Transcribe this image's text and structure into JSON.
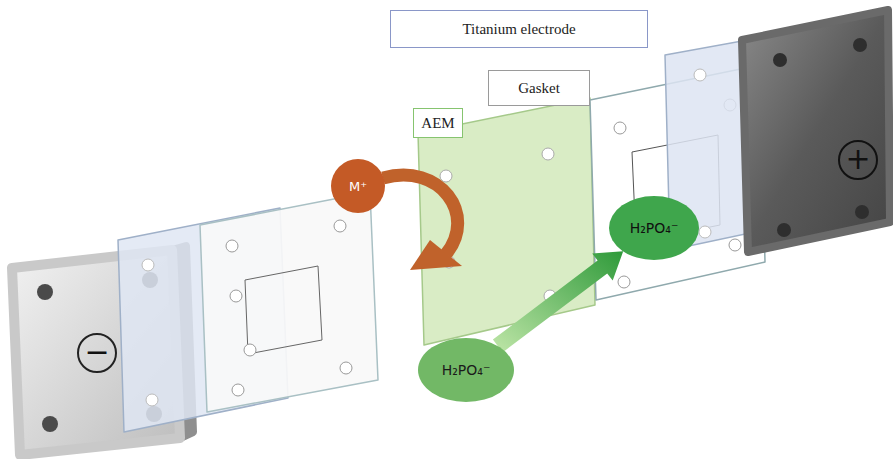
{
  "diagram": {
    "nodes": [
      {
        "text": [
          "Titanium electrode"
        ]
      },
      {
        "text": [
          "Gasket"
        ]
      },
      {
        "text": [
          "AEM"
        ]
      },
      {
        "text": [
          "M⁺"
        ]
      },
      {
        "text": [
          "H₂PO₄⁻"
        ]
      },
      {
        "text": [
          "H₂PO₄⁻"
        ]
      }
    ],
    "edges": [
      {
        "from": 4,
        "to": 5,
        "arrow": "to"
      }
    ],
    "labels": [
      "−",
      "+"
    ]
  }
}
